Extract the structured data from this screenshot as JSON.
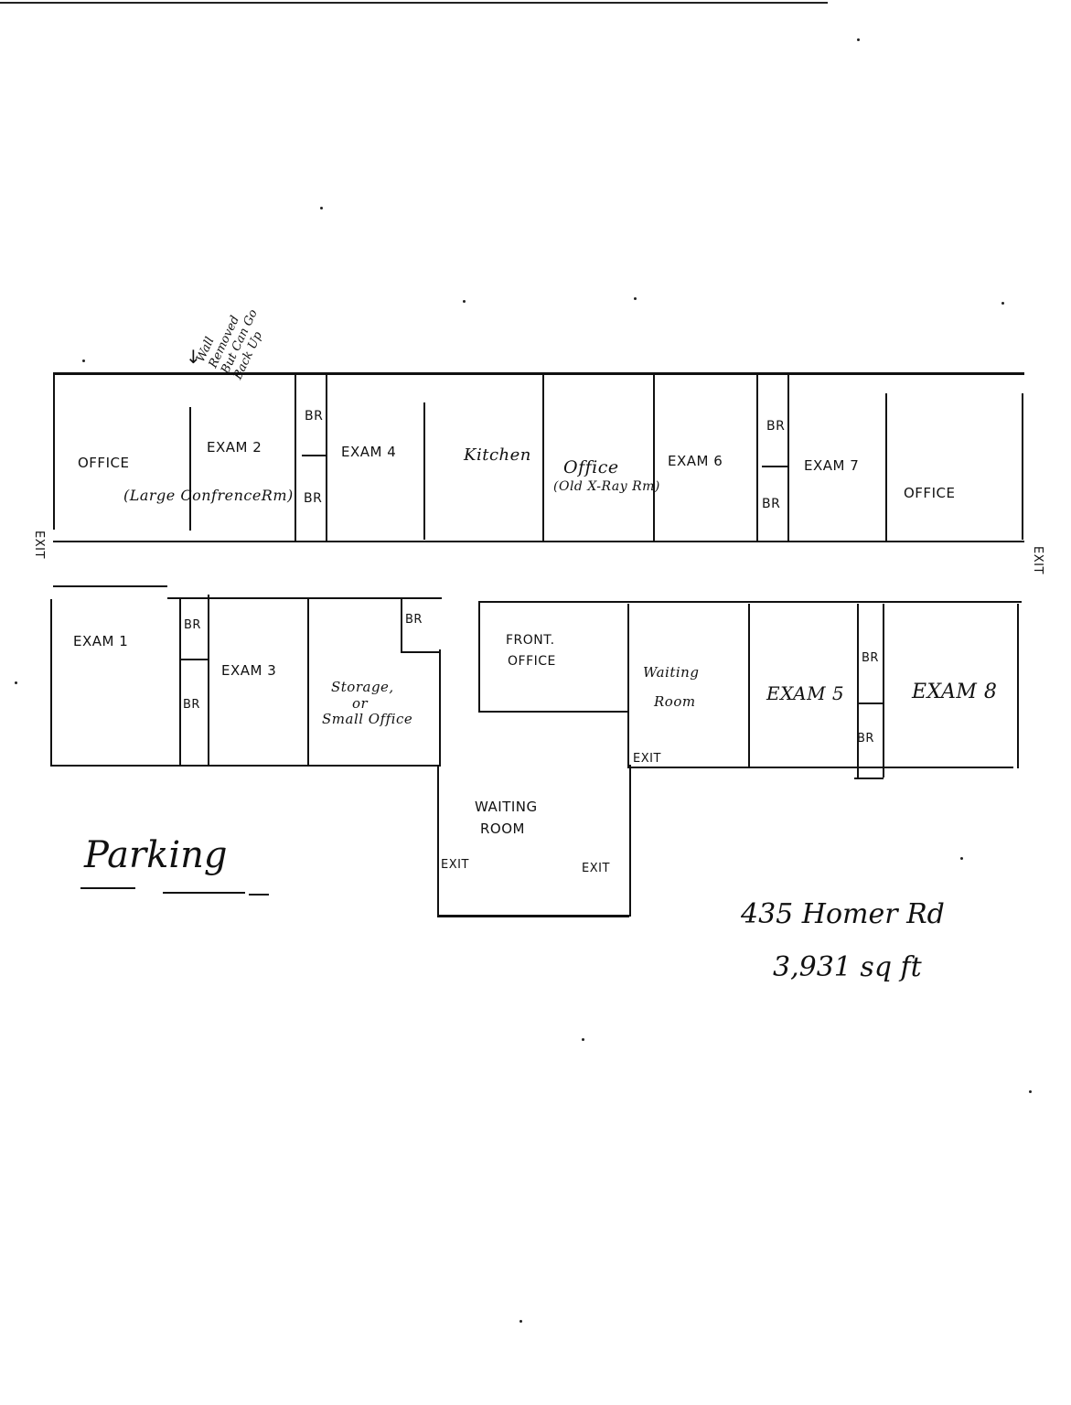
{
  "page": {
    "title": "Floor plan sketch",
    "colors": {
      "ink": "#111111",
      "paper": "#ffffff"
    }
  },
  "annotation": {
    "wall_note": "Wall Removed But Can Go Back Up",
    "wall_note_lines": [
      "Wall",
      "Removed",
      "But Can Go",
      "Back Up"
    ],
    "arrow_icon": "arrow-down-icon"
  },
  "rooms_north": [
    {
      "id": "office-west",
      "label": "OFFICE",
      "sublabel": "(Large ConfrenceRm)"
    },
    {
      "id": "exam-2",
      "label": "EXAM 2"
    },
    {
      "id": "br-north-1a",
      "label": "BR"
    },
    {
      "id": "br-north-1b",
      "label": "BR"
    },
    {
      "id": "exam-4",
      "label": "EXAM 4"
    },
    {
      "id": "kitchen",
      "label": "Kitchen"
    },
    {
      "id": "office-xray",
      "label": "Office",
      "sublabel": "(Old X-Ray Rm)"
    },
    {
      "id": "exam-6",
      "label": "EXAM 6"
    },
    {
      "id": "br-north-2a",
      "label": "BR"
    },
    {
      "id": "br-north-2b",
      "label": "BR"
    },
    {
      "id": "exam-7",
      "label": "EXAM 7"
    },
    {
      "id": "office-east",
      "label": "OFFICE"
    }
  ],
  "rooms_south": [
    {
      "id": "exam-1",
      "label": "EXAM 1"
    },
    {
      "id": "br-south-1a",
      "label": "BR"
    },
    {
      "id": "br-south-1b",
      "label": "BR"
    },
    {
      "id": "exam-3",
      "label": "EXAM 3"
    },
    {
      "id": "storage",
      "label": "Storage,",
      "sublabel1": "or",
      "sublabel2": "Small Office"
    },
    {
      "id": "br-south-2",
      "label": "BR"
    },
    {
      "id": "front-office",
      "label": "FRONT.",
      "sublabel": "OFFICE"
    },
    {
      "id": "waiting-room-east",
      "label": "Waiting",
      "sublabel": "Room"
    },
    {
      "id": "exam-5",
      "label": "EXAM 5"
    },
    {
      "id": "br-south-3a",
      "label": "BR"
    },
    {
      "id": "br-south-3b",
      "label": "BR"
    },
    {
      "id": "exam-8",
      "label": "EXAM 8"
    }
  ],
  "waiting_room_main": {
    "label": "WAITING",
    "sublabel": "ROOM"
  },
  "exits": {
    "west": "EXIT",
    "east": "EXIT",
    "waiting_east_room": "EXIT",
    "waiting_main_left": "EXIT",
    "waiting_main_right": "EXIT"
  },
  "parking": {
    "label": "Parking"
  },
  "property": {
    "address": "435 Homer Rd",
    "area": "3,931 sq ft"
  }
}
